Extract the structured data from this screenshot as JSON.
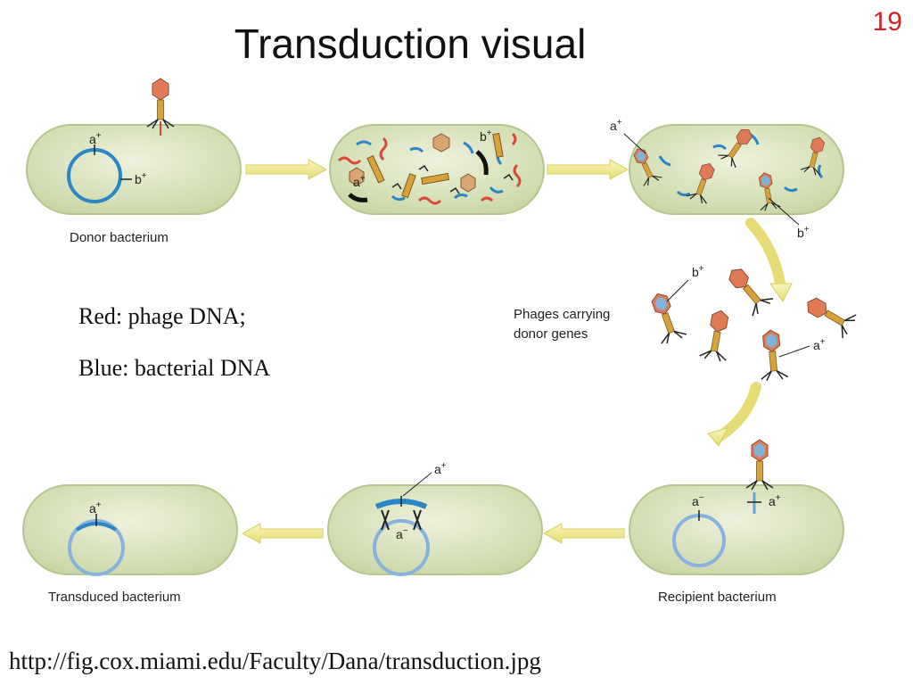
{
  "slide": {
    "number": "19",
    "title": "Transduction visual"
  },
  "legend": {
    "red": "Red: phage DNA;",
    "blue": "Blue: bacterial DNA"
  },
  "labels": {
    "donor_bacterium": "Donor bacterium",
    "phages_carrying_1": "Phages carrying",
    "phages_carrying_2": "donor genes",
    "recipient_bacterium": "Recipient bacterium",
    "transduced_bacterium": "Transduced bacterium"
  },
  "genes": {
    "a_plus": "a",
    "b_plus": "b",
    "a_minus": "a",
    "plus": "+",
    "minus": "−"
  },
  "source": {
    "url": "http://fig.cox.miami.edu/Faculty/Dana/transduction.jpg"
  },
  "colors": {
    "cell_fill": "#dde6c4",
    "cell_edge": "#b6c58e",
    "arrow": "#f2ee9c",
    "phage_dna": "#d9493a",
    "bacterial_dna": "#2a86c6",
    "recipient_dna": "#86b3de",
    "phage_head": "#e07a55",
    "phage_tail": "#d8a23a"
  },
  "icons": [
    "phage-icon",
    "arrow-right-icon",
    "arrow-left-icon",
    "arrow-curve-icon"
  ]
}
